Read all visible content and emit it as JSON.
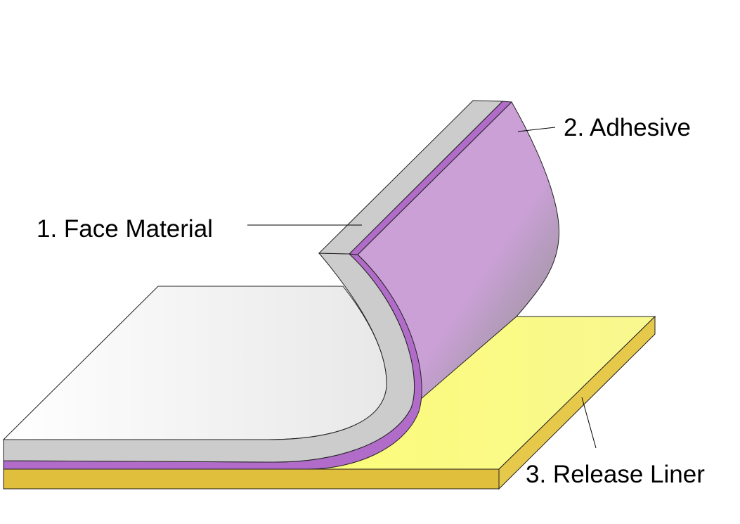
{
  "labels": {
    "face_material": "1. Face Material",
    "adhesive": "2. Adhesive",
    "release_liner": "3. Release Liner"
  },
  "colors": {
    "face": "#cccccc",
    "face_top": "#f4f4f4",
    "adhesive_edge": "#b06cc8",
    "adhesive_surface": "#caa0d6",
    "liner_top": "#ffff66",
    "liner_edge": "#e0bf3c"
  }
}
